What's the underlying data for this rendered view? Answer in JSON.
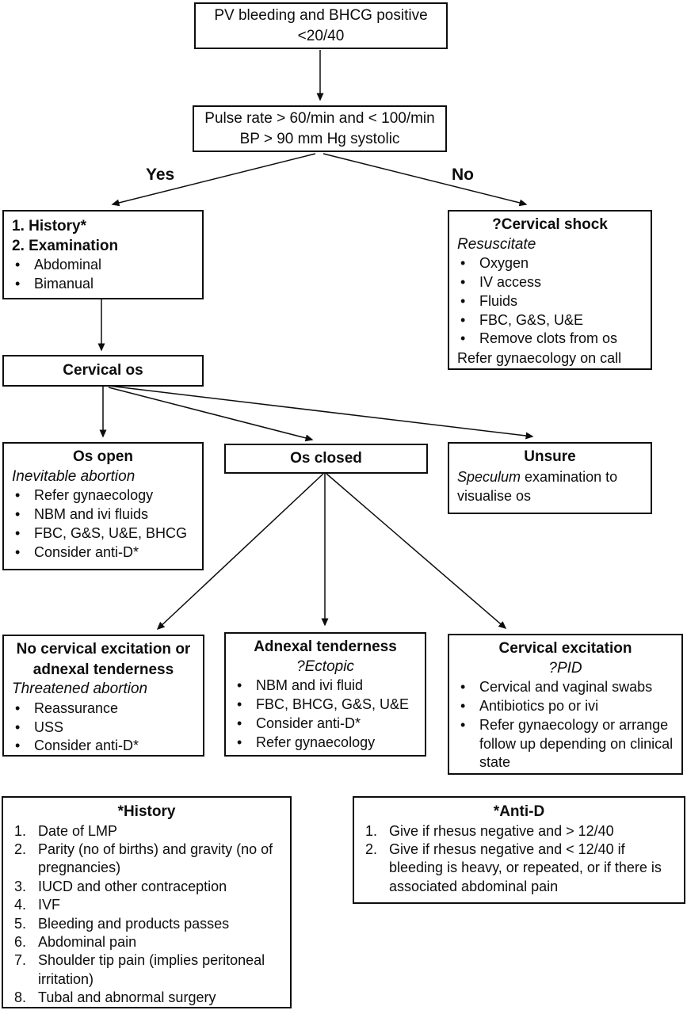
{
  "colors": {
    "line": "#0d0d0d",
    "background": "#ffffff",
    "text": "#0d0d0d"
  },
  "edge_labels": {
    "yes": "Yes",
    "no": "No"
  },
  "boxes": {
    "start": {
      "line1": "PV bleeding and BHCG positive",
      "line2": "<20/40"
    },
    "vitals": {
      "line1": "Pulse rate > 60/min and < 100/min",
      "line2": "BP > 90 mm Hg systolic"
    },
    "history_exam": {
      "item1": "1. History*",
      "item2": "2. Examination",
      "bullets": [
        "Abdominal",
        "Bimanual"
      ]
    },
    "cervical_shock": {
      "title": "?Cervical shock",
      "subtitle": "Resuscitate",
      "bullets": [
        "Oxygen",
        "IV access",
        "Fluids",
        "FBC, G&S, U&E",
        "Remove clots from os"
      ],
      "footer": "Refer gynaecology on call"
    },
    "cervical_os": {
      "title": "Cervical os"
    },
    "os_open": {
      "title": "Os open",
      "subtitle": "Inevitable abortion",
      "bullets": [
        "Refer gynaecology",
        "NBM and ivi fluids",
        "FBC, G&S, U&E, BHCG",
        "Consider anti-D*"
      ]
    },
    "os_closed": {
      "title": "Os closed"
    },
    "unsure": {
      "title": "Unsure",
      "body_italic": "Speculum",
      "body_rest": " examination to visualise os"
    },
    "no_excitation": {
      "title": "No cervical excitation or adnexal tenderness",
      "subtitle": "Threatened abortion",
      "bullets": [
        "Reassurance",
        "USS",
        "Consider anti-D*"
      ]
    },
    "adnexal": {
      "title": "Adnexal tenderness",
      "subtitle": "?Ectopic",
      "bullets": [
        "NBM and ivi fluid",
        "FBC, BHCG, G&S, U&E",
        "Consider anti-D*",
        "Refer gynaecology"
      ]
    },
    "cervical_excitation": {
      "title": "Cervical excitation",
      "subtitle": "?PID",
      "bullets": [
        "Cervical and vaginal swabs",
        "Antibiotics po or ivi",
        "Refer gynaecology or arrange follow up depending on clinical state"
      ]
    },
    "history_note": {
      "title": "*History",
      "items": [
        "Date of LMP",
        "Parity (no of births) and gravity (no of pregnancies)",
        "IUCD and other contraception",
        "IVF",
        "Bleeding and products passes",
        "Abdominal pain",
        "Shoulder tip pain (implies peritoneal irritation)",
        "Tubal and abnormal surgery"
      ]
    },
    "antid_note": {
      "title": "*Anti-D",
      "items": [
        "Give if rhesus negative and > 12/40",
        "Give if rhesus negative and < 12/40 if bleeding is heavy, or repeated, or if there is associated abdominal pain"
      ]
    }
  }
}
